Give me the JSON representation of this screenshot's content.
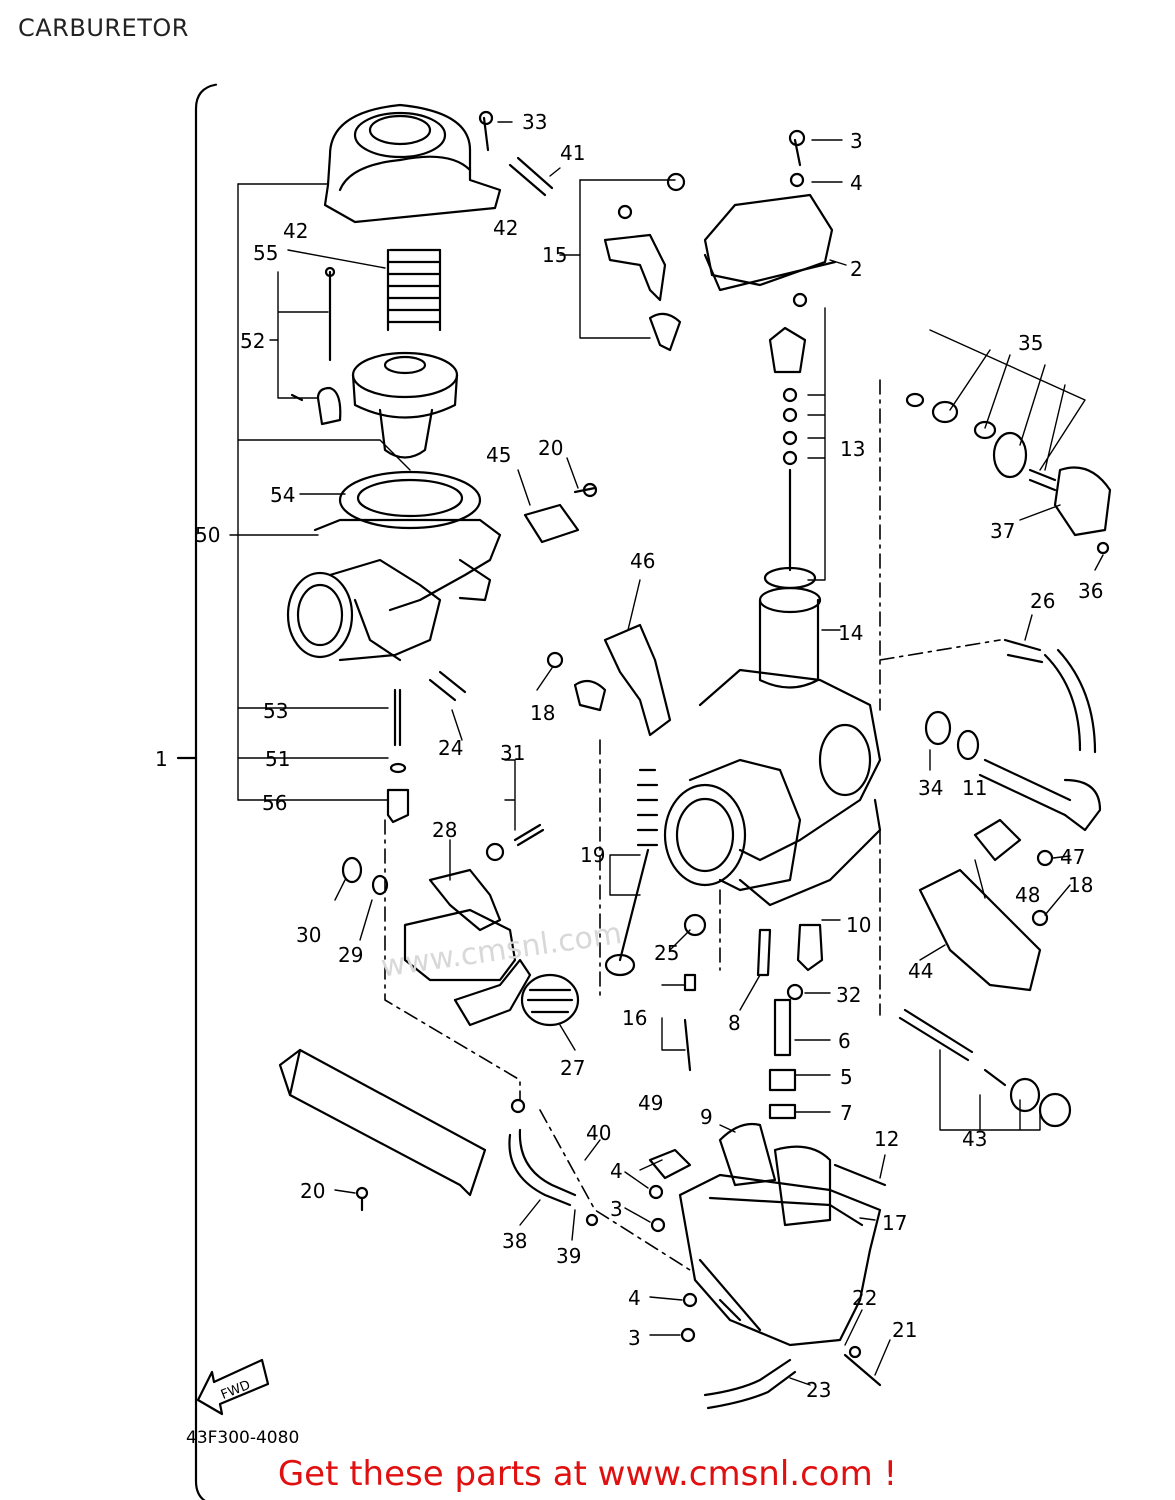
{
  "page": {
    "title": "CARBURETOR"
  },
  "diagram": {
    "drawing_code": "43F300-4080",
    "fwd_label": "FWD",
    "watermark": "www.cmsnl.com",
    "parts": [
      {
        "num": "1"
      },
      {
        "num": "2"
      },
      {
        "num": "3"
      },
      {
        "num": "3"
      },
      {
        "num": "3"
      },
      {
        "num": "4"
      },
      {
        "num": "4"
      },
      {
        "num": "4"
      },
      {
        "num": "5"
      },
      {
        "num": "6"
      },
      {
        "num": "7"
      },
      {
        "num": "8"
      },
      {
        "num": "9"
      },
      {
        "num": "10"
      },
      {
        "num": "11"
      },
      {
        "num": "12"
      },
      {
        "num": "13"
      },
      {
        "num": "14"
      },
      {
        "num": "15"
      },
      {
        "num": "16"
      },
      {
        "num": "17"
      },
      {
        "num": "18"
      },
      {
        "num": "18"
      },
      {
        "num": "19"
      },
      {
        "num": "20"
      },
      {
        "num": "20"
      },
      {
        "num": "21"
      },
      {
        "num": "22"
      },
      {
        "num": "23"
      },
      {
        "num": "24"
      },
      {
        "num": "25"
      },
      {
        "num": "26"
      },
      {
        "num": "27"
      },
      {
        "num": "28"
      },
      {
        "num": "29"
      },
      {
        "num": "30"
      },
      {
        "num": "31"
      },
      {
        "num": "32"
      },
      {
        "num": "33"
      },
      {
        "num": "34"
      },
      {
        "num": "35"
      },
      {
        "num": "36"
      },
      {
        "num": "37"
      },
      {
        "num": "38"
      },
      {
        "num": "39"
      },
      {
        "num": "40"
      },
      {
        "num": "41"
      },
      {
        "num": "42"
      },
      {
        "num": "42"
      },
      {
        "num": "43"
      },
      {
        "num": "44"
      },
      {
        "num": "45"
      },
      {
        "num": "46"
      },
      {
        "num": "47"
      },
      {
        "num": "48"
      },
      {
        "num": "49"
      },
      {
        "num": "50"
      },
      {
        "num": "51"
      },
      {
        "num": "52"
      },
      {
        "num": "53"
      },
      {
        "num": "54"
      },
      {
        "num": "55"
      },
      {
        "num": "56"
      }
    ]
  },
  "footer": {
    "text": "Get these parts at www.cmsnl.com !"
  },
  "colors": {
    "footer_text": "#e01010",
    "line": "#000000"
  }
}
